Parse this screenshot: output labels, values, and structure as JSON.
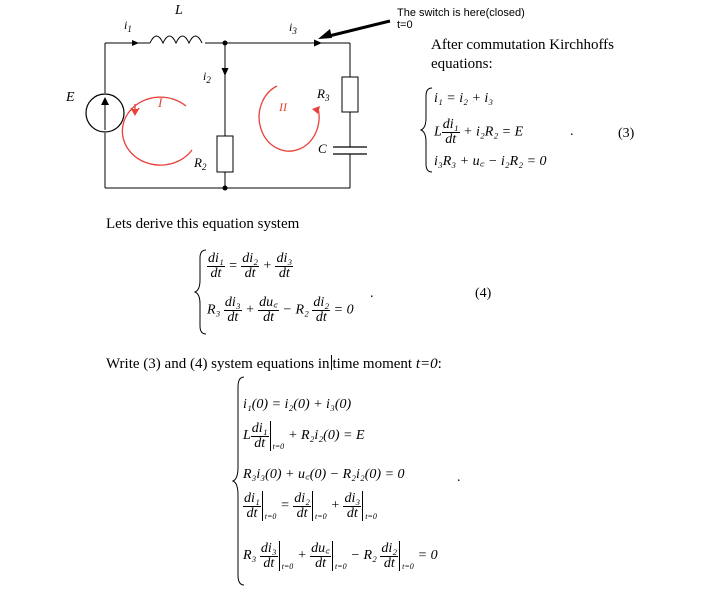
{
  "circuit": {
    "labels": {
      "inductor": "L",
      "i1": "i",
      "i1_sub": "1",
      "i3": "i",
      "i3_sub": "3",
      "i2": "i",
      "i2_sub": "2",
      "source": "E",
      "loop1": "I",
      "loop2": "II",
      "r3": "R",
      "r3_sub": "3",
      "r2": "R",
      "r2_sub": "2",
      "cap": "C"
    },
    "switch_note_line1": "The switch is here(closed)",
    "switch_note_line2": "t=0",
    "colors": {
      "loop_arrow": "#e8413a",
      "wire": "#000000"
    }
  },
  "after_title": "After  commutation  Kirchhoffs equations:",
  "after_title_l1": "After  commutation  Kirchhoffs",
  "after_title_l2": "equations:",
  "eq3": {
    "l1": "i₁ = i₂ + i₃",
    "l2a": "L",
    "l2num": "di₁",
    "l2den": "dt",
    "l2b": "+ i₂R₂ = E",
    "l3": "i₃R₃ + u꜀ − i₂R₂ = 0",
    "dot": ".",
    "num": "(3)"
  },
  "derive_text": "Lets derive this equation system",
  "eq4": {
    "l1": {
      "a_num": "di₁",
      "a_den": "dt",
      "eq": "=",
      "b_num": "di₂",
      "b_den": "dt",
      "plus": "+",
      "c_num": "di₃",
      "c_den": "dt"
    },
    "l2": {
      "r3": "R₃",
      "a_num": "di₃",
      "a_den": "dt",
      "plus": "+",
      "b_num": "du꜀",
      "b_den": "dt",
      "minus": "− R₂",
      "c_num": "di₂",
      "c_den": "dt",
      "tail": "= 0"
    },
    "dot": ".",
    "num": "(4)"
  },
  "write_text_a": "Write (3) and (4) system equations in",
  "write_text_b": "time moment ",
  "write_text_t": "t=0",
  "write_text_c": ":",
  "eq0": {
    "l1": "i₁(0) = i₂(0) + i₃(0)",
    "l2a": "L",
    "l2num": "di₁",
    "l2den": "dt",
    "l2sub": "t=0",
    "l2b": "+ R₂i₂(0) = E",
    "l3": "R₃i₃(0) + u꜀(0) − R₂i₂(0) = 0",
    "l4": {
      "a_num": "di₁",
      "a_den": "dt",
      "sub": "t=0",
      "eq": "=",
      "b_num": "di₂",
      "b_den": "dt",
      "plus": "+",
      "c_num": "di₃",
      "c_den": "dt"
    },
    "l5": {
      "r3": "R₃",
      "a_num": "di₃",
      "a_den": "dt",
      "sub": "t=0",
      "plus": "+",
      "b_num": "du꜀",
      "b_den": "dt",
      "minus": "− R₂",
      "c_num": "di₂",
      "c_den": "dt",
      "tail": "= 0"
    },
    "dot": "."
  }
}
